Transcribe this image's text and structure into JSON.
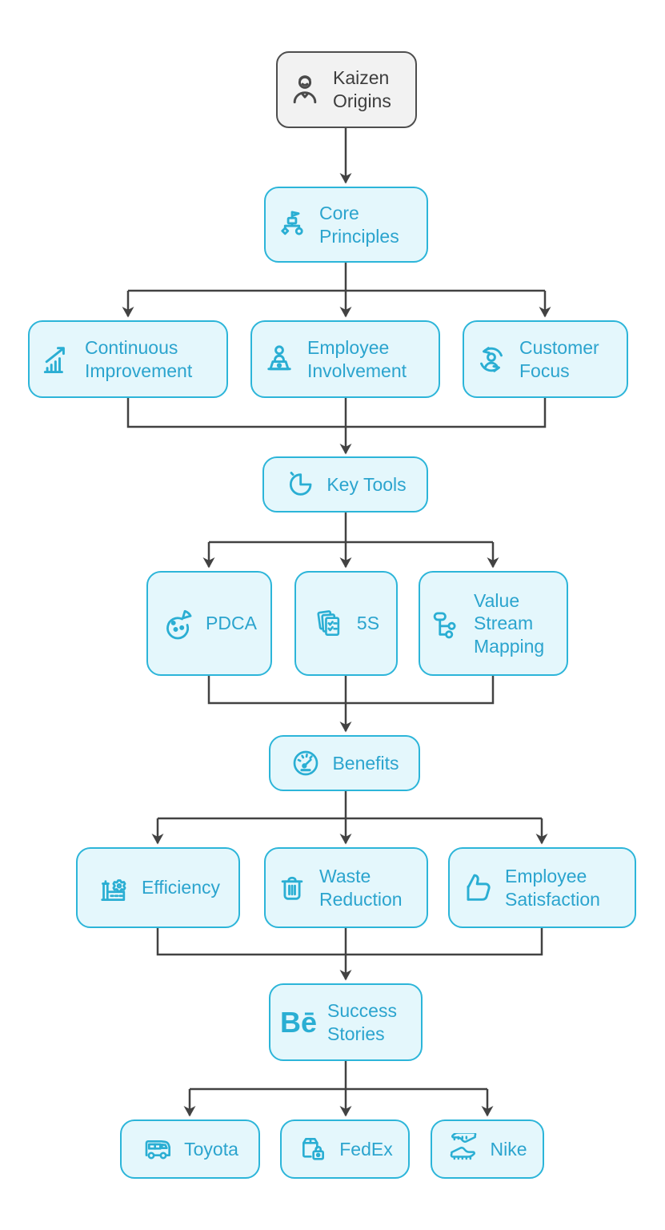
{
  "diagram": {
    "type": "flowchart",
    "topic": "Kaizen",
    "colors": {
      "node_border": "#2cb5d9",
      "node_fill": "#e4f7fc",
      "node_text": "#2ba4ce",
      "root_border": "#4e4e4e",
      "root_fill": "#f2f2f2",
      "root_text": "#3d3d3d",
      "connector": "#424242"
    },
    "nodes": {
      "kaizen_origins": {
        "label": "Kaizen Origins",
        "icon": "person-icon"
      },
      "core_principles": {
        "label": "Core Principles",
        "icon": "org-hierarchy-flag-icon"
      },
      "continuous_improvement": {
        "label": "Continuous Improvement",
        "icon": "rising-bar-chart-icon"
      },
      "employee_involvement": {
        "label": "Employee Involvement",
        "icon": "person-at-desk-icon"
      },
      "customer_focus": {
        "label": "Customer Focus",
        "icon": "person-cycle-arrows-icon"
      },
      "key_tools": {
        "label": "Key Tools",
        "icon": "pie-wedge-icon"
      },
      "pdca": {
        "label": "PDCA",
        "icon": "pie-dots-icon"
      },
      "five_s": {
        "label": "5S",
        "icon": "checklist-pages-icon"
      },
      "value_stream_mapping": {
        "label": "Value Stream Mapping",
        "icon": "branch-map-icon"
      },
      "benefits": {
        "label": "Benefits",
        "icon": "gauge-icon"
      },
      "efficiency": {
        "label": "Efficiency",
        "icon": "factory-gear-icon"
      },
      "waste_reduction": {
        "label": "Waste Reduction",
        "icon": "trash-can-icon"
      },
      "employee_satisfaction": {
        "label": "Employee Satisfaction",
        "icon": "thumbs-up-icon"
      },
      "success_stories": {
        "label": "Success Stories",
        "icon": "behance-icon",
        "icon_glyph": "Bē"
      },
      "toyota": {
        "label": "Toyota",
        "icon": "delivery-truck-icon"
      },
      "fedex": {
        "label": "FedEx",
        "icon": "package-lock-icon"
      },
      "nike": {
        "label": "Nike",
        "icon": "cleats-icon"
      }
    },
    "edges": [
      "kaizen_origins -> core_principles",
      "core_principles -> continuous_improvement",
      "core_principles -> employee_involvement",
      "core_principles -> customer_focus",
      "continuous_improvement -> key_tools",
      "employee_involvement -> key_tools",
      "customer_focus -> key_tools",
      "key_tools -> pdca",
      "key_tools -> five_s",
      "key_tools -> value_stream_mapping",
      "pdca -> benefits",
      "five_s -> benefits",
      "value_stream_mapping -> benefits",
      "benefits -> efficiency",
      "benefits -> waste_reduction",
      "benefits -> employee_satisfaction",
      "efficiency -> success_stories",
      "waste_reduction -> success_stories",
      "employee_satisfaction -> success_stories",
      "success_stories -> toyota",
      "success_stories -> fedex",
      "success_stories -> nike"
    ]
  }
}
